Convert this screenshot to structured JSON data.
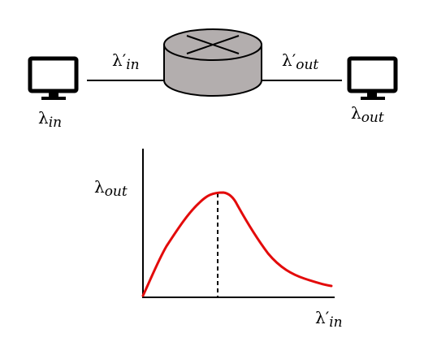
{
  "network": {
    "source_label": {
      "symbol": "λ",
      "prime": "",
      "sub": "in"
    },
    "link_in_label": {
      "symbol": "λ",
      "prime": "′",
      "sub": "in"
    },
    "link_out_label": {
      "symbol": "λ",
      "prime": "′",
      "sub": "out"
    },
    "sink_label": {
      "symbol": "λ",
      "prime": "",
      "sub": "out"
    }
  },
  "plot": {
    "y_label": {
      "symbol": "λ",
      "prime": "",
      "sub": "out"
    },
    "x_label": {
      "symbol": "λ",
      "prime": "′",
      "sub": "in"
    }
  },
  "colors": {
    "ink": "#000000",
    "router_fill": "#b3aeae",
    "curve": "#e30b0b"
  }
}
